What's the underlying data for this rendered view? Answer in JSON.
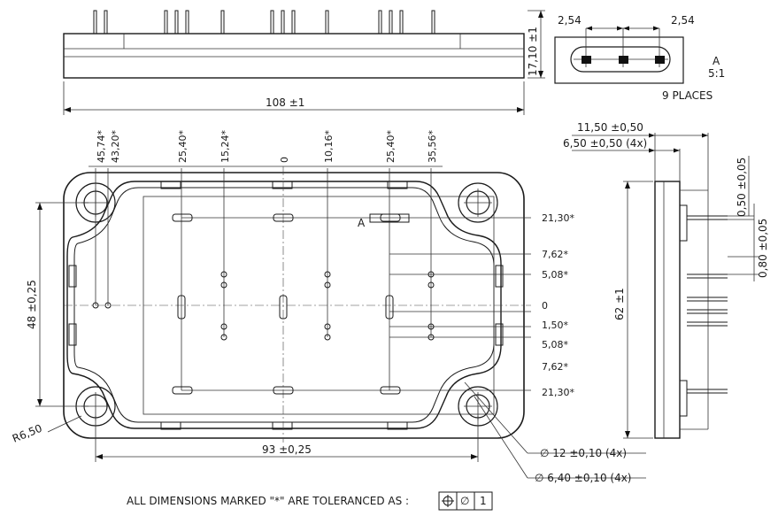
{
  "top_view": {
    "width_dim": "108 ±1",
    "height_dim": "17,10 ±1"
  },
  "detail_a": {
    "pitch_left": "2,54",
    "pitch_right": "2,54",
    "label": "A",
    "scale": "5:1",
    "count": "9 PLACES"
  },
  "main_view": {
    "top_dims": [
      "45,74*",
      "43,20*",
      "25,40*",
      "15,24*",
      "0",
      "10,16*",
      "25,40*",
      "35,56*"
    ],
    "right_dims": [
      "21,30*",
      "7,62*",
      "5,08*",
      "0",
      "1,50*",
      "5,08*",
      "7,62*",
      "21,30*"
    ],
    "detail_ref": "A",
    "height_dim": "48 ±0,25",
    "radius_dim": "R6,50",
    "width_dim": "93 ±0,25",
    "hole_dim_1": "∅ 12 ±0,10 (4x)",
    "hole_dim_2": "∅ 6,40 ±0,10 (4x)"
  },
  "side_view": {
    "dim_1": "11,50 ±0,50",
    "dim_2": "6,50 ±0,50 (4x)",
    "dim_3": "0,50 ±0,05",
    "dim_4": "0,80 ±0,05",
    "height_dim": "62 ±1"
  },
  "footer": {
    "note": "ALL DIMENSIONS MARKED \"*\" ARE TOLERANCED AS :",
    "symbol": "∅",
    "value": "1"
  }
}
